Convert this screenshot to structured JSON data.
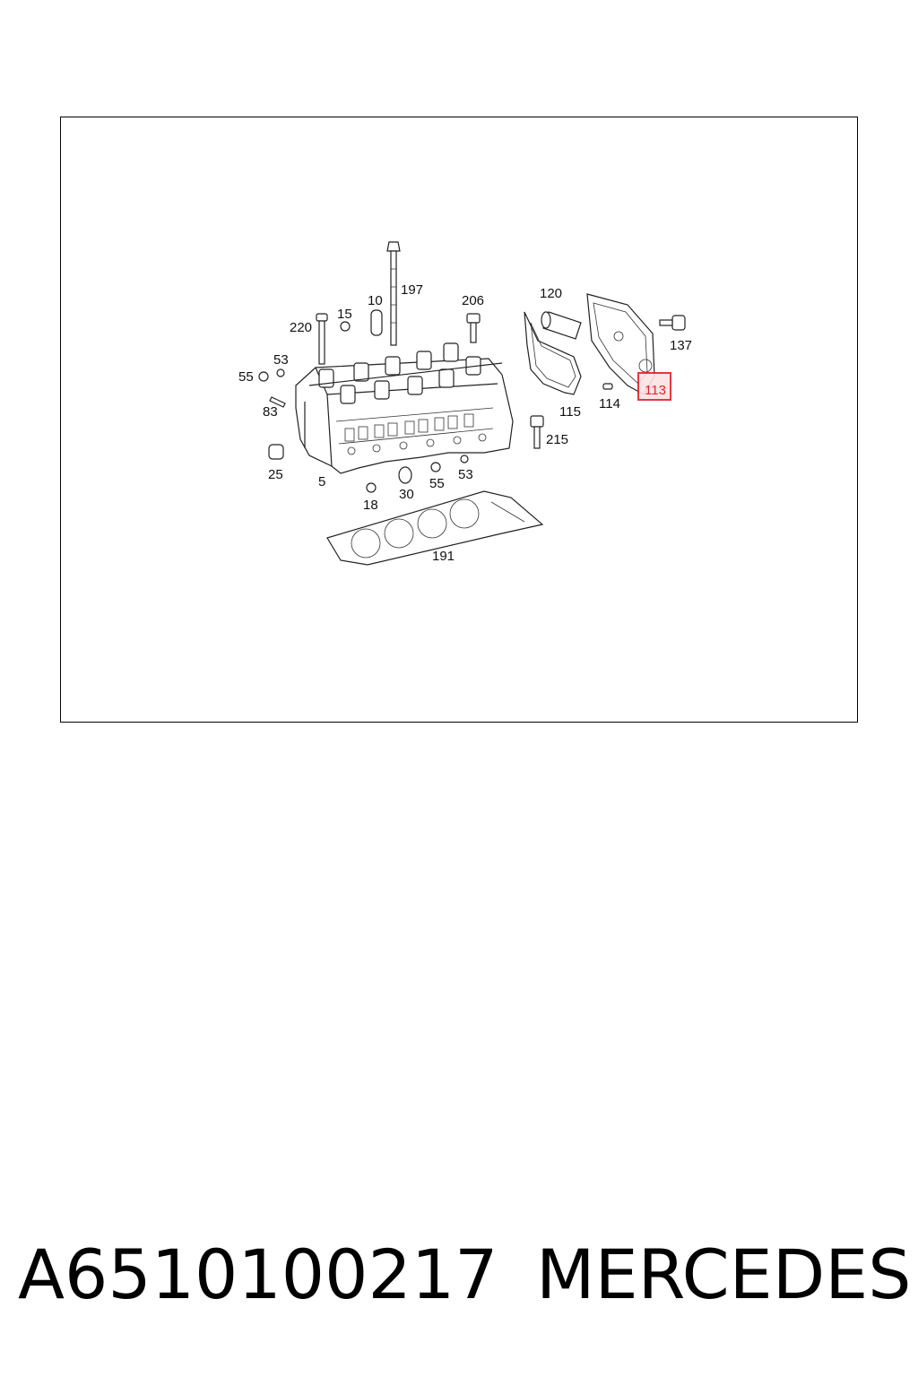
{
  "diagram": {
    "callouts": [
      "197",
      "10",
      "15",
      "220",
      "206",
      "120",
      "137",
      "53",
      "55",
      "113",
      "83",
      "114",
      "115",
      "215",
      "25",
      "5",
      "53",
      "55",
      "30",
      "18",
      "191"
    ],
    "highlighted": "113",
    "highlight_color": "#e0242b",
    "highlight_fill": "#fbe3e4"
  },
  "caption": {
    "part_number": "A6510100217",
    "brand": "MERCEDES"
  }
}
